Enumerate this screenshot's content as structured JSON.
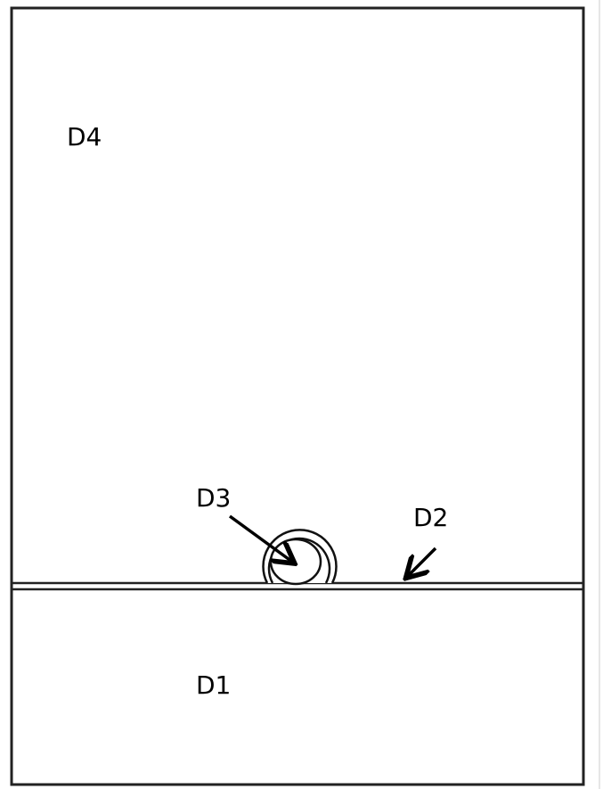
{
  "labels": {
    "d1": "D1",
    "d2": "D2",
    "d3": "D3",
    "d4": "D4"
  }
}
